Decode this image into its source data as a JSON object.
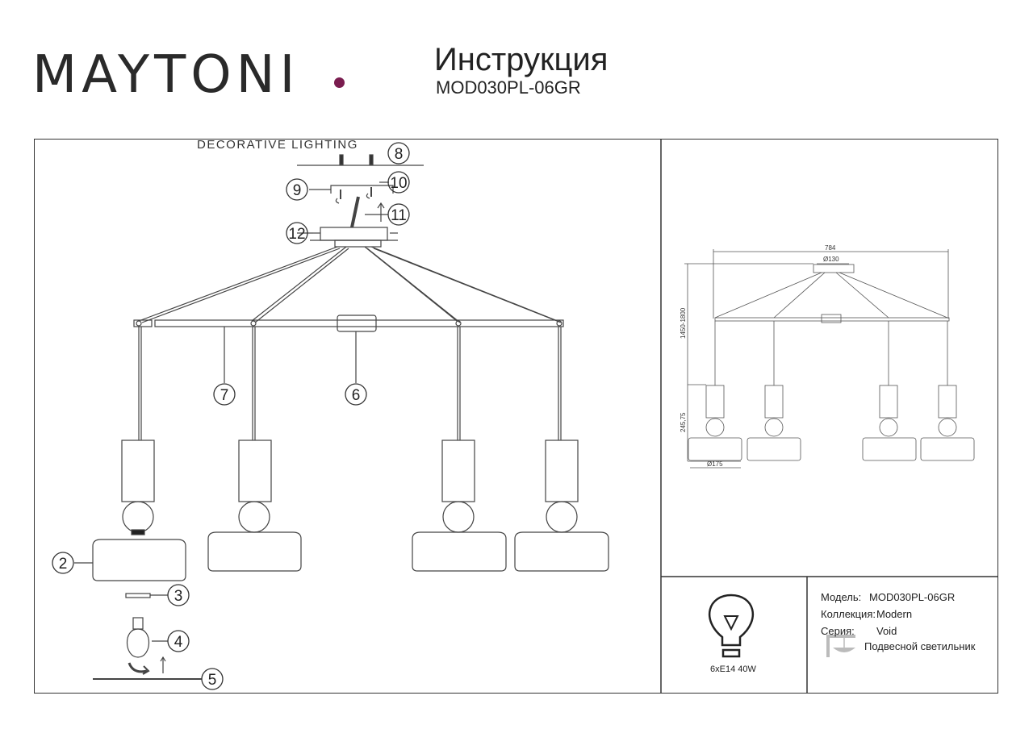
{
  "brand": {
    "name": "MAYTONI",
    "tagline": "DECORATIVE LIGHTING",
    "accent_color": "#7a1d4f"
  },
  "header": {
    "title": "Инструкция",
    "model": "MOD030PL-06GR"
  },
  "callouts": [
    "2",
    "3",
    "4",
    "5",
    "6",
    "7",
    "8",
    "9",
    "10",
    "11",
    "12"
  ],
  "dimensions": {
    "width": "784",
    "canopy": "Ø130",
    "height": "1450-1800",
    "pendant": "245,75",
    "shade": "Ø175"
  },
  "bulb": {
    "label": "6xE14 40W",
    "icon": "bulb-icon"
  },
  "info": {
    "model_label": "Модель:",
    "model_value": "MOD030PL-06GR",
    "collection_label": "Коллекция:",
    "collection_value": "Modern",
    "series_label": "Серия:",
    "series_value": "Void",
    "type_value": "Подвесной светильник",
    "type_icon": "pendant-lamp-icon"
  }
}
